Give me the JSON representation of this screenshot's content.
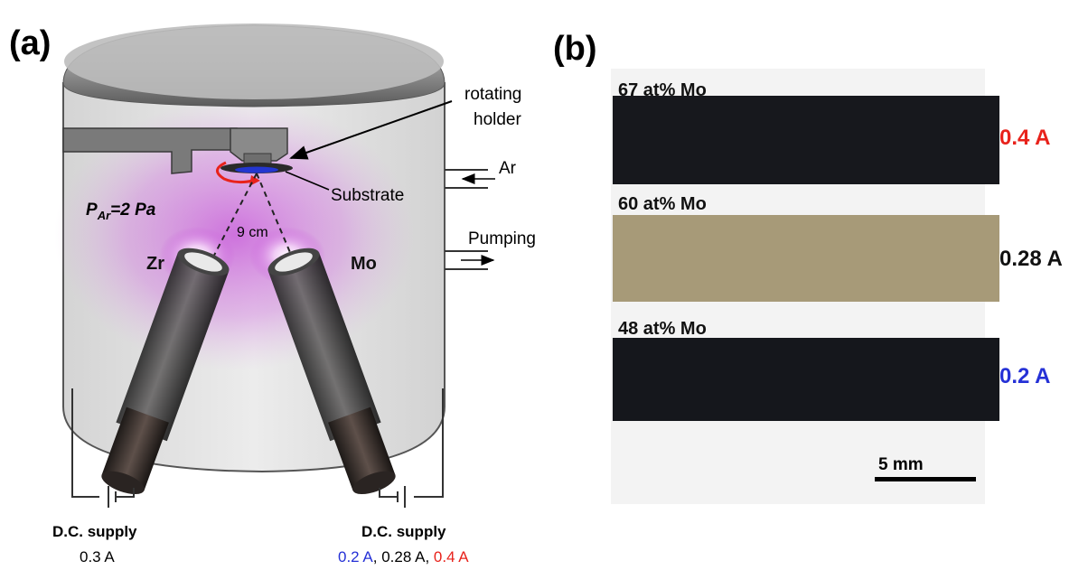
{
  "panel_a": {
    "label": "(a)",
    "rotating_holder": [
      "rotating",
      "holder"
    ],
    "gas_in": "Ar",
    "substrate": "Substrate",
    "pressure_main": "P",
    "pressure_sub": "Ar",
    "pressure_value": "=2 Pa",
    "distance": "9 cm",
    "pumping": "Pumping",
    "target_left": "Zr",
    "target_right": "Mo",
    "supply_left_label": "D.C. supply",
    "supply_left_current": "0.3 A",
    "supply_right_label": "D.C. supply",
    "supply_right_current_1": "0.2 A",
    "supply_right_sep_1": ", ",
    "supply_right_current_2": "0.28 A",
    "supply_right_sep_2": ", ",
    "supply_right_current_3": "0.4 A"
  },
  "panel_b": {
    "label": "(b)",
    "samples": [
      {
        "composition": "67 at% Mo",
        "current": "0.4 A",
        "current_color": "#e8221b",
        "film_color": "#17181d"
      },
      {
        "composition": "60 at% Mo",
        "current": "0.28 A",
        "current_color": "#111111",
        "film_color": "#a79a78"
      },
      {
        "composition": "48 at% Mo",
        "current": "0.2 A",
        "current_color": "#2531d6",
        "film_color": "#15171c"
      }
    ],
    "scale_bar": "5 mm"
  },
  "colors": {
    "chamber": "#dedede",
    "plasma": "#c44ad8",
    "red_current": "#e8221b",
    "blue_current": "#2531d6"
  }
}
